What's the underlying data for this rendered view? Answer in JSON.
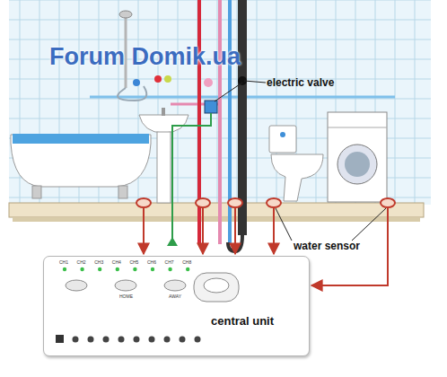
{
  "diagram": {
    "nodes": [
      {
        "text": [
          "central unit"
        ]
      }
    ],
    "labels": [
      "Forum Domik.ua",
      "electric valve",
      "water sensor",
      "CH1",
      "CH2",
      "CH3",
      "CH4",
      "CH5",
      "CH6",
      "CH7",
      "CH8",
      "HOME",
      "AWAY"
    ]
  }
}
